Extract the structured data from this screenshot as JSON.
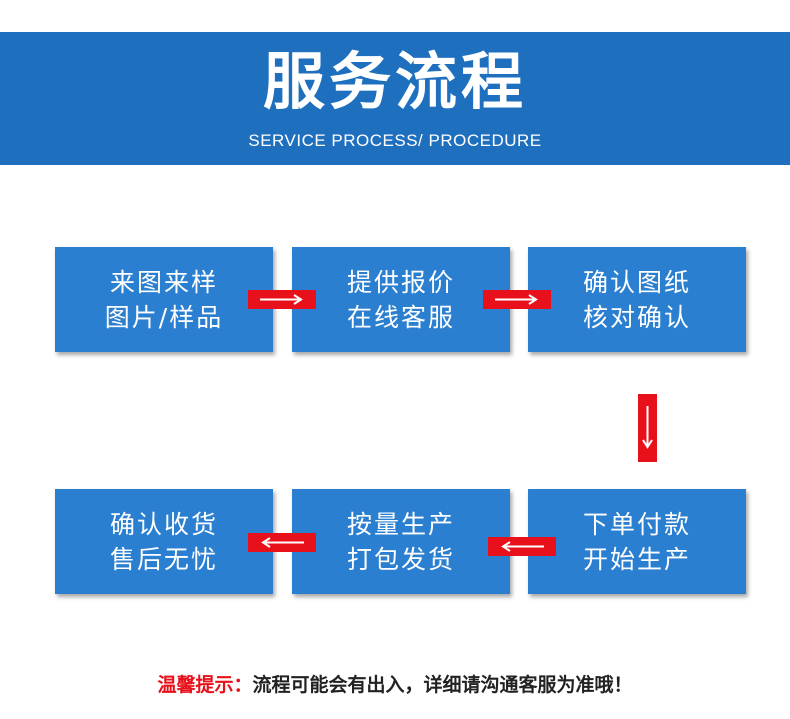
{
  "header": {
    "title": "服务流程",
    "subtitle": "SERVICE PROCESS/ PROCEDURE"
  },
  "steps": [
    {
      "line1": "来图来样",
      "line2": "图片/样品"
    },
    {
      "line1": "提供报价",
      "line2": "在线客服"
    },
    {
      "line1": "确认图纸",
      "line2": "核对确认"
    },
    {
      "line1": "下单付款",
      "line2": "开始生产"
    },
    {
      "line1": "按量生产",
      "line2": "打包发货"
    },
    {
      "line1": "确认收货",
      "line2": "售后无忧"
    }
  ],
  "notice": {
    "label": "温馨提示：",
    "text": "流程可能会有出入，详细请沟通客服为准哦！"
  },
  "colors": {
    "banner": "#1f6fbf",
    "step": "#2b7fd0",
    "arrow": "#e8101a",
    "notice_label": "#e8101a"
  },
  "icons": [
    "arrow-right-icon",
    "arrow-down-icon",
    "arrow-left-icon"
  ]
}
